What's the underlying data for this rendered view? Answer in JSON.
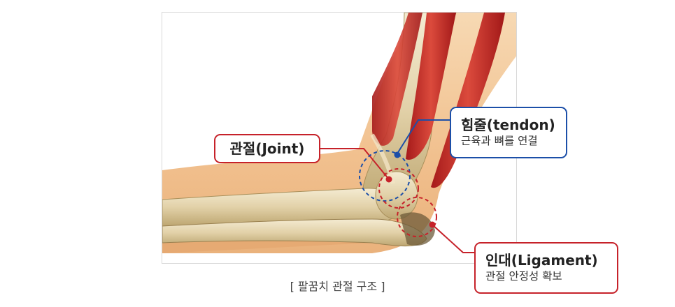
{
  "labels": {
    "joint": {
      "title": "관절(Joint)"
    },
    "tendon": {
      "title": "힘줄(tendon)",
      "subtitle": "근육과 뼈를 연결"
    },
    "ligament": {
      "title": "인대(Ligament)",
      "subtitle": "관절 안정성 확보"
    }
  },
  "caption": "[ 팔꿈치 관절 구조 ]",
  "colors": {
    "joint": "#c6222a",
    "tendon": "#1c4fa8",
    "ligament": "#c6222a"
  }
}
